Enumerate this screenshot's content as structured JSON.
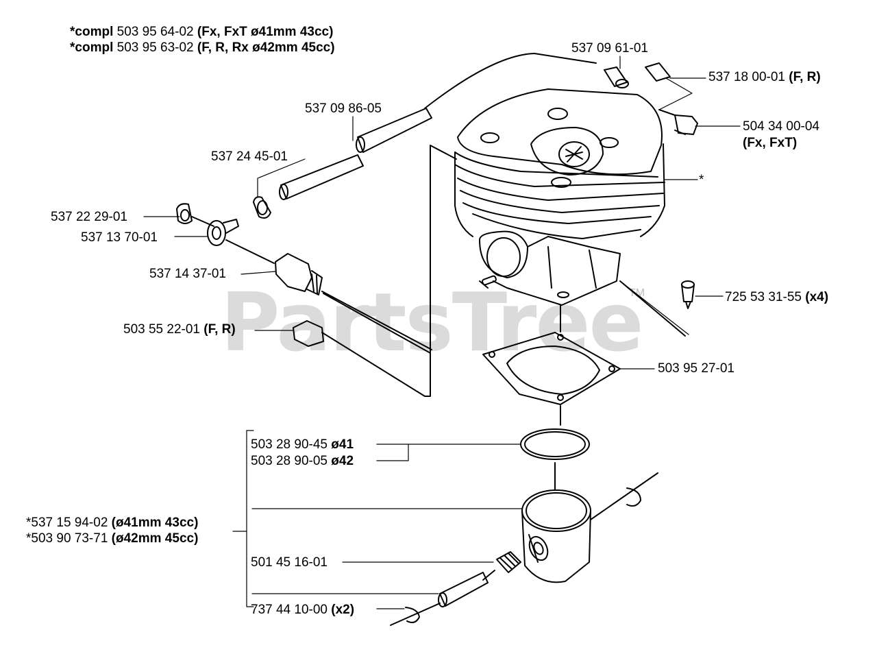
{
  "header": {
    "line1": {
      "prefix": "*compl",
      "part": "503 95 64-02",
      "note": "(Fx, FxT ø41mm 43cc)"
    },
    "line2": {
      "prefix": "*compl",
      "part": "503 95 63-02",
      "note": "(F, R, Rx ø42mm 45cc)"
    }
  },
  "watermark": {
    "text": "PartsTree",
    "tm": "TM"
  },
  "labels": {
    "p537096101": {
      "part": "537 09 61-01"
    },
    "p537180001": {
      "part": "537 18 00-01",
      "note": "(F, R)"
    },
    "p537098605": {
      "part": "537 09 86-05"
    },
    "p504340004": {
      "part": "504 34 00-04",
      "note": "(Fx, FxT)"
    },
    "p537244501": {
      "part": "537 24 45-01"
    },
    "cylinder_star": {
      "part": "*"
    },
    "p537222901": {
      "part": "537 22 29-01"
    },
    "p537137001": {
      "part": "537 13 70-01"
    },
    "p537143701": {
      "part": "537 14 37-01"
    },
    "p725533155": {
      "part": "725 53 31-55",
      "note": "(x4)"
    },
    "p503552201": {
      "part": "503 55 22-01",
      "note": "(F, R)"
    },
    "p503952701": {
      "part": "503 95 27-01"
    },
    "p503289045": {
      "part": "503 28 90-45",
      "note": "ø41"
    },
    "p503289005": {
      "part": "503 28 90-05",
      "note": "ø42"
    },
    "p537159402": {
      "part": "*537 15 94-02",
      "note": "(ø41mm 43cc)"
    },
    "p503907371": {
      "part": "*503 90 73-71",
      "note": "(ø42mm 45cc)"
    },
    "p501451601": {
      "part": "501 45 16-01"
    },
    "p737441000": {
      "part": "737 44 10-00",
      "note": "(x2)"
    }
  }
}
